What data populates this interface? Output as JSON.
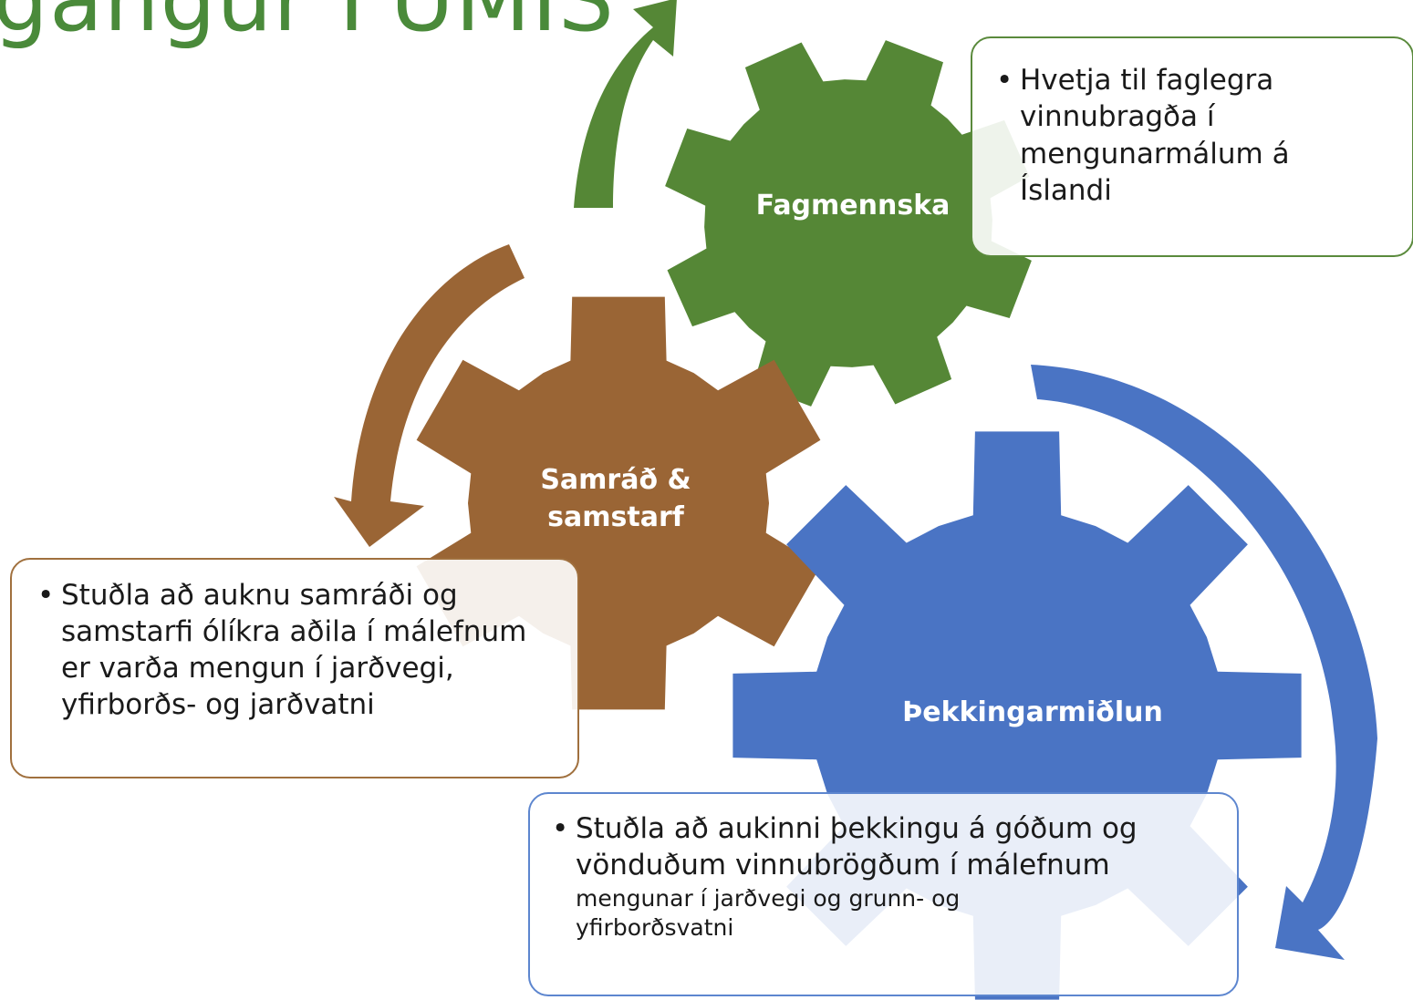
{
  "title": "gangur FUMIS",
  "colors": {
    "green": "#558736",
    "brown": "#9a6535",
    "blue": "#4a74c4",
    "title": "#4a8a3a"
  },
  "gears": [
    {
      "id": "green",
      "label": "Fagmennska"
    },
    {
      "id": "brown",
      "label_lines": [
        "Samráð &",
        "samstarf"
      ]
    },
    {
      "id": "blue",
      "label": "Þekkingarmiðlun"
    }
  ],
  "callouts": {
    "green": {
      "lines": [
        "Hvetja til faglegra",
        "vinnubragða í",
        "mengunarmálum á",
        "Íslandi"
      ]
    },
    "brown": {
      "lines": [
        "Stuðla að auknu samráði og",
        "samstarfi ólíkra aðila í málefnum",
        "er varða mengun í jarðvegi,",
        "yfirborðs- og jarðvatni"
      ]
    },
    "blue": {
      "lines": [
        "Stuðla að aukinni þekkingu á góðum og",
        "vönduðum vinnubrögðum í málefnum"
      ],
      "small_lines": [
        "mengunar í jarðvegi og grunn- og",
        "yfirborðsvatni"
      ]
    }
  }
}
